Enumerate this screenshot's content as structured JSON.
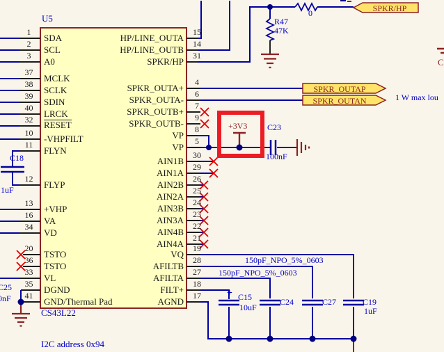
{
  "schematic": {
    "component": {
      "designator": "U5",
      "part": "CS43L22",
      "note": "I2C address 0x94",
      "left_pins": [
        {
          "num": "1",
          "name": "SDA"
        },
        {
          "num": "2",
          "name": "SCL"
        },
        {
          "num": "3",
          "name": "A0"
        },
        {
          "num": "37",
          "name": "MCLK"
        },
        {
          "num": "38",
          "name": "SCLK"
        },
        {
          "num": "39",
          "name": "SDIN"
        },
        {
          "num": "40",
          "name": "LRCK"
        },
        {
          "num": "32",
          "name": "RESET"
        },
        {
          "num": "10",
          "name": "-VHPFILT"
        },
        {
          "num": "11",
          "name": "FLYN"
        },
        {
          "num": "12",
          "name": "FLYP"
        },
        {
          "num": "13",
          "name": "+VHP"
        },
        {
          "num": "16",
          "name": "VA"
        },
        {
          "num": "34",
          "name": "VD"
        },
        {
          "num": "20",
          "name": "TSTO"
        },
        {
          "num": "36",
          "name": "TSTO"
        },
        {
          "num": "33",
          "name": "VL"
        },
        {
          "num": "35",
          "name": "DGND"
        },
        {
          "num": "41",
          "name": "GND/Thermal Pad"
        }
      ],
      "right_pins": [
        {
          "num": "15",
          "name": "HP/LINE_OUTA"
        },
        {
          "num": "14",
          "name": "HP/LINE_OUTB"
        },
        {
          "num": "31",
          "name": "SPKR/HP"
        },
        {
          "num": "4",
          "name": "SPKR_OUTA+"
        },
        {
          "num": "6",
          "name": "SPKR_OUTA-"
        },
        {
          "num": "7",
          "name": "SPKR_OUTB+"
        },
        {
          "num": "9",
          "name": "SPKR_OUTB-"
        },
        {
          "num": "8",
          "name": "VP"
        },
        {
          "num": "5",
          "name": "VP"
        },
        {
          "num": "30",
          "name": "AIN1B"
        },
        {
          "num": "29",
          "name": "AIN1A"
        },
        {
          "num": "26",
          "name": "AIN2B"
        },
        {
          "num": "25",
          "name": "AIN2A"
        },
        {
          "num": "24",
          "name": "AIN3B"
        },
        {
          "num": "23",
          "name": "AIN3A"
        },
        {
          "num": "22",
          "name": "AIN4B"
        },
        {
          "num": "21",
          "name": "AIN4A"
        },
        {
          "num": "19",
          "name": "VQ"
        },
        {
          "num": "28",
          "name": "AFILTB"
        },
        {
          "num": "27",
          "name": "AFILTA"
        },
        {
          "num": "18",
          "name": "FILT+"
        },
        {
          "num": "17",
          "name": "AGND"
        }
      ]
    },
    "resistors": {
      "r47": {
        "des": "R47",
        "val": "47K"
      },
      "r0": {
        "val": "0"
      }
    },
    "capacitors": {
      "c18": {
        "des": "C18",
        "val": "1uF"
      },
      "c23": {
        "des": "C23",
        "val": "100nF"
      },
      "c15": {
        "des": "C15",
        "val": "10uF",
        "polarity": "+"
      },
      "c24": {
        "des": "C24"
      },
      "c27": {
        "des": "C27"
      },
      "c19": {
        "des": "C19",
        "val": "1uF"
      },
      "c25": {
        "des": "C25",
        "val": "0nF"
      }
    },
    "power": {
      "v33": "+3V3"
    },
    "ports": {
      "spkr_hp": "SPKR/HP",
      "outap": "SPKR_OUTAP",
      "outan": "SPKR_OUTAN"
    },
    "annotations": {
      "loudspeaker_note": "1 W max lou",
      "cap_spec_1": "150pF_NPO_5%_0603",
      "cap_spec_2": "150pF_NPO_5%_0603",
      "edge_fragment": "C"
    },
    "colors": {
      "wire": "#0000A0",
      "symbol_outline": "#8B2323",
      "designator_text": "#0000C8",
      "chip_fill": "#FFFFC2",
      "port_fill": "#FFE469",
      "no_connect_x": "#E00000",
      "highlight_box": "#EC1C24",
      "junction_dot": "#000080"
    }
  }
}
